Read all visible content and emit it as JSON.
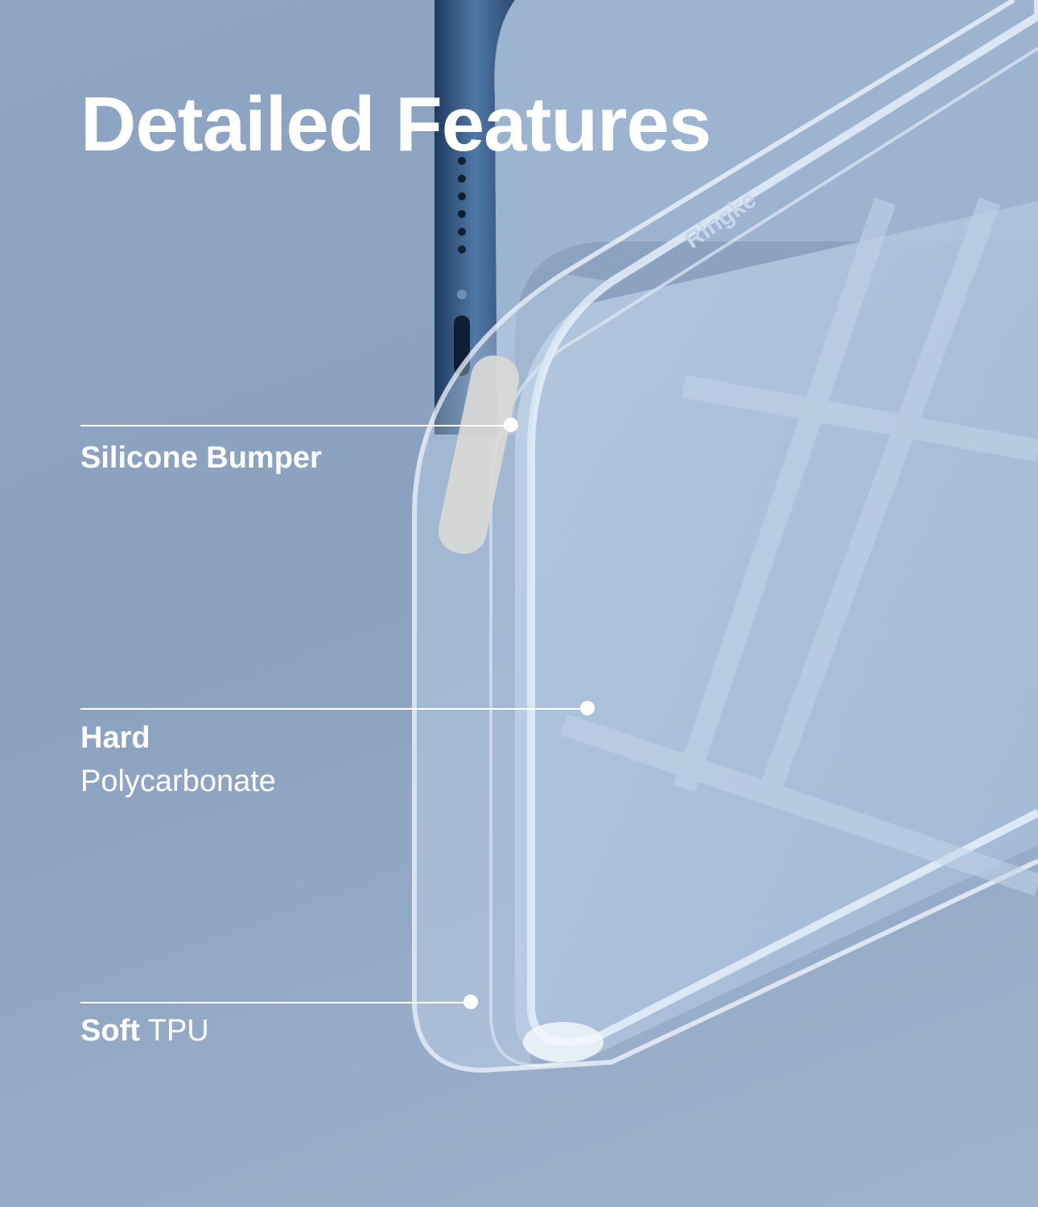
{
  "title": "Detailed Features",
  "logo": "Ringke",
  "callouts": [
    {
      "bold": "Silicone Bumper",
      "regular": ""
    },
    {
      "bold": "Hard",
      "regular": "Polycarbonate"
    },
    {
      "bold": "Soft",
      "regular": "TPU"
    }
  ],
  "colors": {
    "background": "#8ea6c3",
    "text": "#ffffff",
    "phone_frame": "#2f4f78"
  }
}
